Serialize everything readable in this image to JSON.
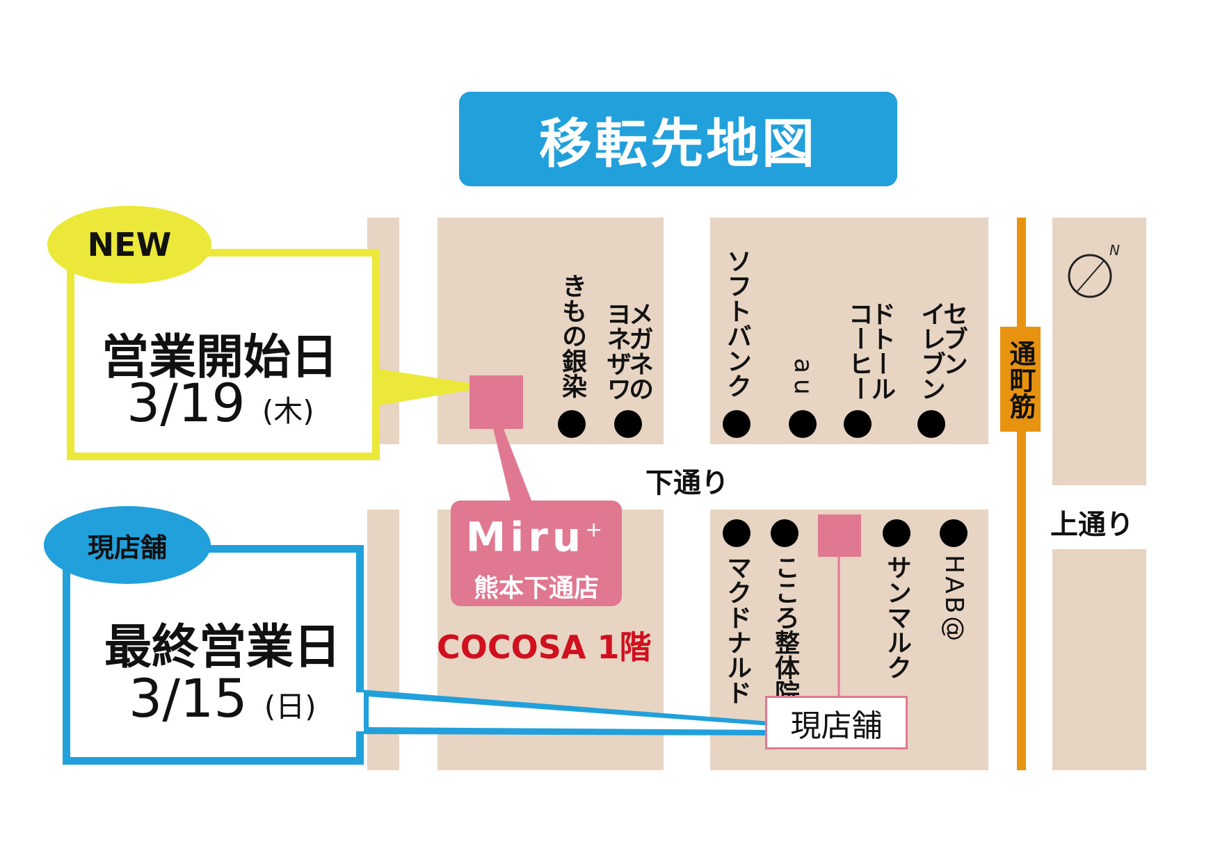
{
  "title": "移転先地図",
  "new_store": {
    "badge": "NEW",
    "heading": "営業開始日",
    "date": "3/19",
    "weekday": "(木)",
    "store_name": "Miru",
    "store_name_sup": "+",
    "branch": "熊本下通店",
    "location": "COCOSA 1階"
  },
  "current_store": {
    "badge": "現店舗",
    "heading": "最終営業日",
    "date": "3/15",
    "weekday": "(日)",
    "marker_label": "現店舗"
  },
  "streets": {
    "shimotori": "下通り",
    "kamitori": "上通り",
    "torichosuji": "通町筋"
  },
  "landmarks_north": [
    [
      "きもの銀染"
    ],
    [
      "メガネの",
      "ヨネザワ"
    ],
    [
      "ソフトバンク"
    ],
    [
      "au"
    ],
    [
      "ドトール",
      "コーヒー"
    ],
    [
      "セブン",
      "イレブン"
    ]
  ],
  "landmarks_south": [
    "マクドナルド",
    "こころ整体院",
    "サンマルク",
    "HAB@"
  ],
  "compass_label": "N",
  "colors": {
    "title_bg": "#22a0db",
    "block": "#e8d4c2",
    "yellow": "#ece83a",
    "blue": "#22a0db",
    "pink": "#e07892",
    "orange": "#e8930f",
    "red": "#d0101e"
  }
}
